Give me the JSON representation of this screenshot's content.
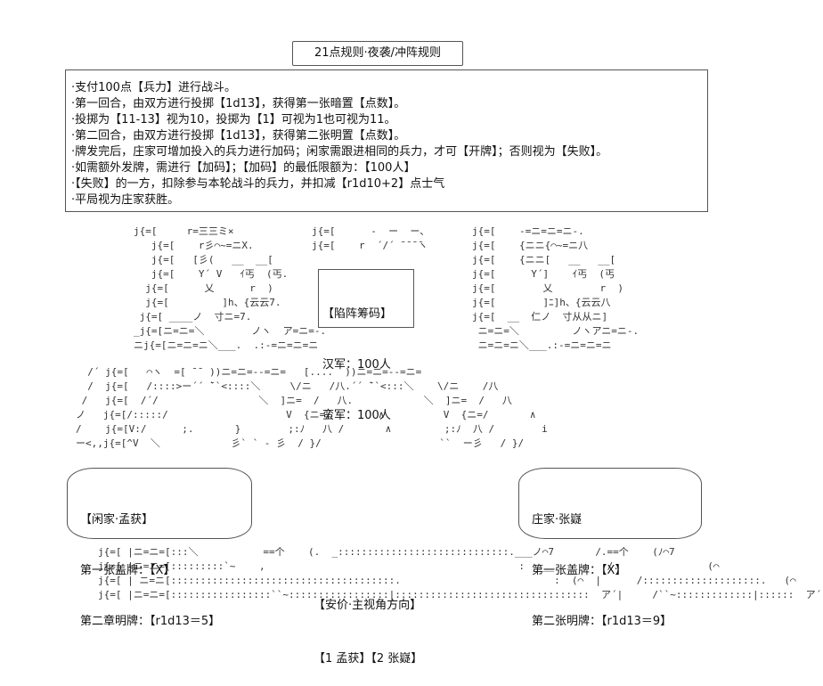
{
  "title": "21点规则·夜袭/冲阵规则",
  "rules": [
    "·支付100点【兵力】进行战斗。",
    "·第一回合，由双方进行投掷【1d13】，获得第一张暗置【点数】。",
    "·投掷为【11-13】视为10，投掷为【1】可视为1也可视为11。",
    "·第二回合，由双方进行投掷【1d13】，获得第二张明置【点数】。",
    "·牌发完后，庄家可增加投入的兵力进行加码；闲家需跟进相同的兵力，才可【开牌】；否则视为【失败】。",
    "·如需额外发牌，需进行【加码】；【加码】的最低限额为：【100人】",
    "·【失败】的一方，扣除参与本轮战斗的兵力，并扣减【r1d10+2】点士气",
    "·平局视为庄家获胜。"
  ],
  "deck": {
    "title": "【陷阵筹码】",
    "han": "汉军：100人",
    "man": "蛮军：100人"
  },
  "player_left": {
    "name": "【闲家·孟获】",
    "first": "第一张盖牌：【X】",
    "second": "第二章明牌：【r1d13＝5】"
  },
  "player_right": {
    "name": "庄家·张嶷",
    "first": "第一张盖牌：【X】",
    "second": "第二张明牌：【r1d13＝9】"
  },
  "caption": {
    "line1": "【安价·主视角方向】",
    "line2": "【1 孟获】【2 张嶷】"
  }
}
